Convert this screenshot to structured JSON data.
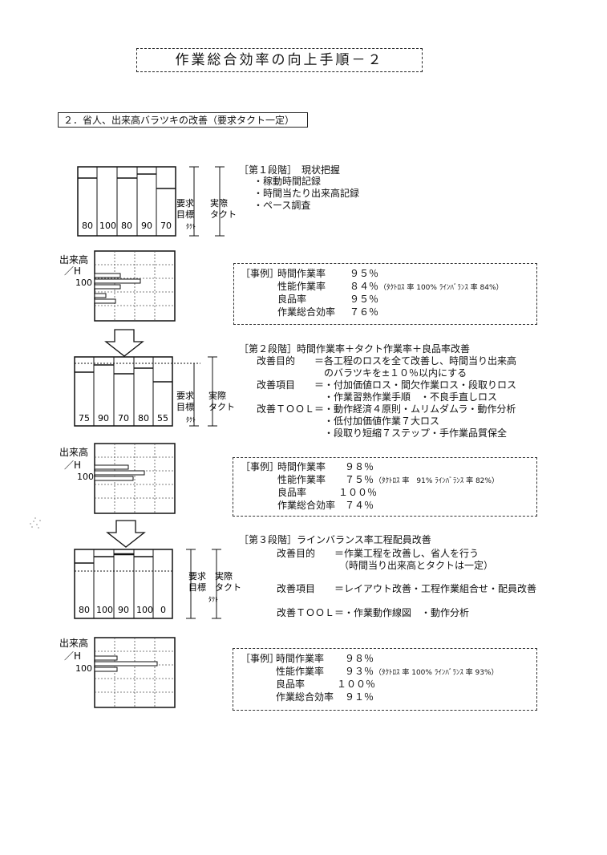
{
  "title": "作業総合効率の向上手順－２",
  "section": "２．省人、出来高バラツキの改善（要求タクト一定）",
  "chart_labels": {
    "required": [
      "要求",
      "目標"
    ],
    "actual": [
      "実際",
      "タクト"
    ],
    "takt": "ﾀｸﾄ",
    "output": "出来高",
    "per_h": "／H",
    "hundred": "100"
  },
  "stages": [
    {
      "bars": [
        "80",
        "100",
        "80",
        "90",
        "70"
      ],
      "header": "［第１段階］　現状把握",
      "lines": [
        "・稼動時間記録",
        "・時間当たり出来高記録",
        "・ペース調査"
      ],
      "case": {
        "tag": "［事例］",
        "rows": [
          {
            "label": "時間作業率",
            "value": "９５％",
            "note": ""
          },
          {
            "label": "性能作業率",
            "value": "８４％",
            "note": "（ﾀｸﾄﾛｽ 率 100% ﾗｲﾝﾊﾞﾗﾝｽ 率 84%）"
          },
          {
            "label": "良品率",
            "value": "９５％",
            "note": ""
          },
          {
            "label": "作業総合効率",
            "value": "７６％",
            "note": ""
          }
        ]
      }
    },
    {
      "bars": [
        "75",
        "90",
        "70",
        "80",
        "55"
      ],
      "header": "［第２段階］時間作業率＋タクト作業率＋良品率改善",
      "lines": [
        "改善目的　　＝各工程のロスを全て改善し、時間当り出来高",
        "　　　　　　　のバラツキを±１０％以内にする",
        "改善項目　　＝・付加価値ロス・間欠作業ロス・段取りロス",
        "　　　　　　　・作業習熟作業手順　・不良手直しロス",
        "改善ＴＯＯＬ＝・動作経済４原則・ムリムダムラ・動作分析",
        "　　　　　　　・低付加価値作業７大ロス",
        "　　　　　　　・段取り短縮７ステップ・手作業品質保全"
      ],
      "case": {
        "tag": "［事例］",
        "rows": [
          {
            "label": "時間作業率",
            "value": "９８％",
            "note": ""
          },
          {
            "label": "性能作業率",
            "value": "７５％",
            "note": "（ﾀｸﾄﾛｽ 率　91% ﾗｲﾝﾊﾞﾗﾝｽ 率 82%）"
          },
          {
            "label": "良品率",
            "value": "１００％",
            "note": ""
          },
          {
            "label": "作業総合効率",
            "value": "７４％",
            "note": ""
          }
        ]
      }
    },
    {
      "bars": [
        "80",
        "100",
        "90",
        "100",
        "0"
      ],
      "header": "［第３段階］ラインバランス率工程配員改善",
      "lines": [
        "改善目的　　＝作業工程を改善し、省人を行う",
        "　　　　　　　（時間当り出来高とタクトは一定）",
        "",
        "改善項目　　＝レイアウト改善・工程作業組合せ・配員改善",
        "",
        "改善ＴＯＯＬ＝・作業動作線図　・動作分析"
      ],
      "case": {
        "tag": "［事例］",
        "rows": [
          {
            "label": "時間作業率",
            "value": "９８％",
            "note": ""
          },
          {
            "label": "性能作業率",
            "value": "９３％",
            "note": "（ﾀｸﾄﾛｽ 率 100% ﾗｲﾝﾊﾞﾗﾝｽ 率 93%）"
          },
          {
            "label": "良品率",
            "value": "１００％",
            "note": ""
          },
          {
            "label": "作業総合効率",
            "value": "９１％",
            "note": ""
          }
        ]
      }
    }
  ]
}
